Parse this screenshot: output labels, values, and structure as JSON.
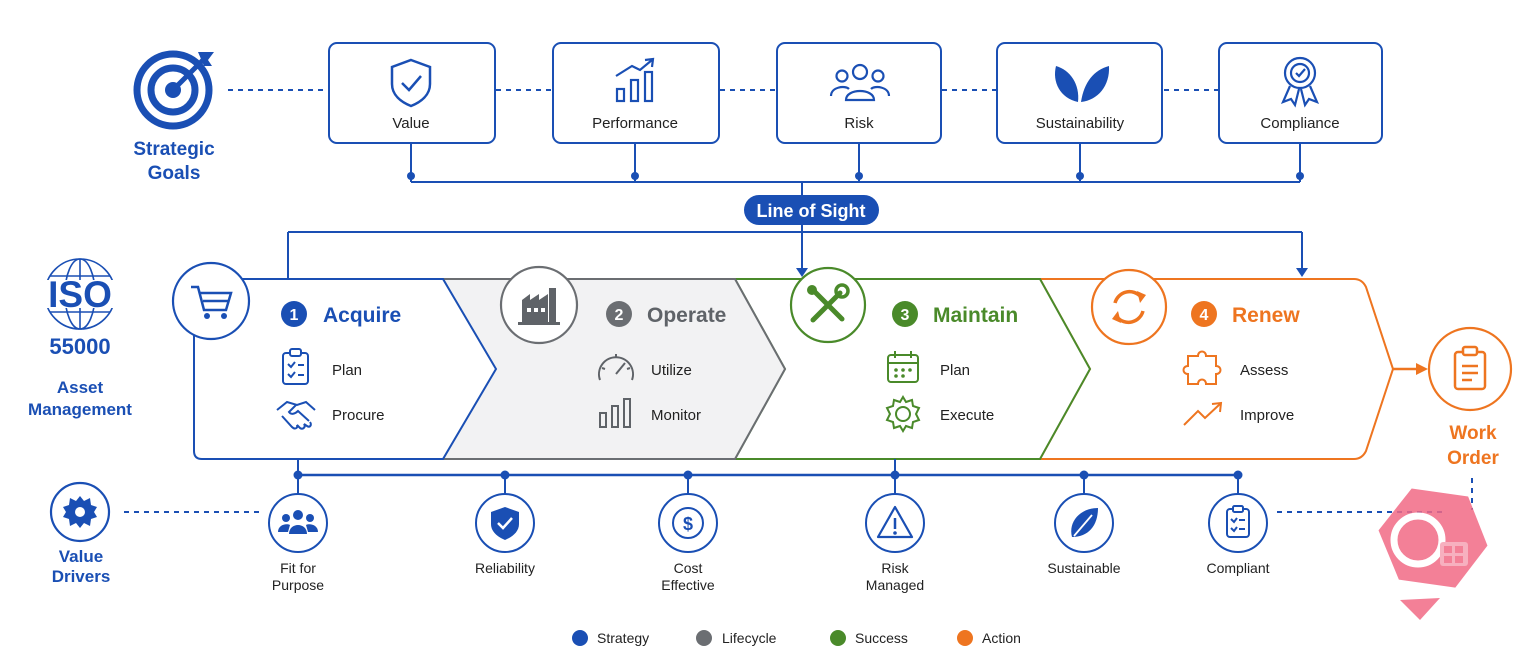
{
  "colors": {
    "strategy": "#1a4fb4",
    "lifecycle": "#6b6e72",
    "success": "#4a8a2a",
    "action": "#ee7520",
    "text": "#222222"
  },
  "strategic_goals": {
    "label_line1": "Strategic",
    "label_line2": "Goals",
    "icon": "target-icon",
    "goals": [
      {
        "label": "Value",
        "icon": "shield-check-icon"
      },
      {
        "label": "Performance",
        "icon": "bar-chart-icon"
      },
      {
        "label": "Risk",
        "icon": "people-group-icon"
      },
      {
        "label": "Sustainability",
        "icon": "leaf-icon"
      },
      {
        "label": "Compliance",
        "icon": "award-badge-icon"
      }
    ]
  },
  "line_of_sight": "Line of Sight",
  "iso": {
    "logo_text": "ISO",
    "number": "55000",
    "label_line1": "Asset",
    "label_line2": "Management",
    "icon": "globe-icon"
  },
  "lifecycle": [
    {
      "number": "1",
      "title": "Acquire",
      "icon": "cart-icon",
      "items": [
        {
          "label": "Plan",
          "icon": "clipboard-icon"
        },
        {
          "label": "Procure",
          "icon": "handshake-icon"
        }
      ]
    },
    {
      "number": "2",
      "title": "Operate",
      "icon": "factory-icon",
      "items": [
        {
          "label": "Utilize",
          "icon": "gauge-icon"
        },
        {
          "label": "Monitor",
          "icon": "bar-chart-icon"
        }
      ]
    },
    {
      "number": "3",
      "title": "Maintain",
      "icon": "tools-icon",
      "items": [
        {
          "label": "Plan",
          "icon": "calendar-icon"
        },
        {
          "label": "Execute",
          "icon": "gear-icon"
        }
      ]
    },
    {
      "number": "4",
      "title": "Renew",
      "icon": "refresh-icon",
      "items": [
        {
          "label": "Assess",
          "icon": "puzzle-icon"
        },
        {
          "label": "Improve",
          "icon": "trend-up-icon"
        }
      ]
    }
  ],
  "work_order": {
    "line1": "Work",
    "line2": "Order",
    "icon": "clipboard-icon"
  },
  "value_drivers": {
    "label_line1": "Value",
    "label_line2": "Drivers",
    "icon": "gear-icon",
    "drivers": [
      {
        "line1": "Fit for",
        "line2": "Purpose",
        "icon": "people-group-icon"
      },
      {
        "line1": "Reliability",
        "line2": "",
        "icon": "shield-check-icon"
      },
      {
        "line1": "Cost",
        "line2": "Effective",
        "icon": "dollar-icon"
      },
      {
        "line1": "Risk",
        "line2": "Managed",
        "icon": "warning-icon"
      },
      {
        "line1": "Sustainable",
        "line2": "",
        "icon": "leaf-icon"
      },
      {
        "line1": "Compliant",
        "line2": "",
        "icon": "checklist-icon"
      }
    ]
  },
  "legend": [
    {
      "label": "Strategy",
      "color": "#1a4fb4"
    },
    {
      "label": "Lifecycle",
      "color": "#6b6e72"
    },
    {
      "label": "Success",
      "color": "#4a8a2a"
    },
    {
      "label": "Action",
      "color": "#ee7520"
    }
  ]
}
